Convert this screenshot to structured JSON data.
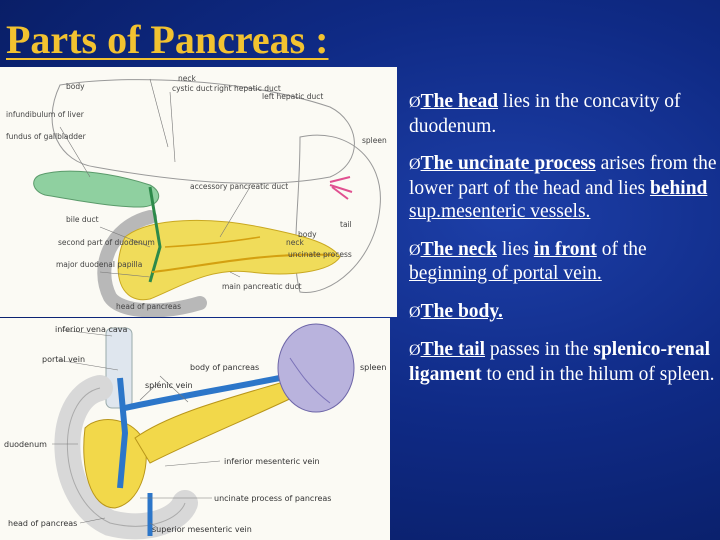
{
  "title": "Parts of Pancreas :",
  "bullet_marker": "Ø",
  "bullets": {
    "head": {
      "key": "The head",
      "rest": " lies in the concavity of duodenum."
    },
    "uncinate": {
      "key": "The uncinate process",
      "rest1": " arises from the lower part of the head and lies ",
      "behind": "behind",
      "space": " ",
      "sup": "sup.mesenteric vessels."
    },
    "neck": {
      "key": "The neck",
      "rest1": " lies ",
      "front": "in front",
      "rest2": " of the ",
      "tail": "beginning of portal vein."
    },
    "body": {
      "key": "The body."
    },
    "tail": {
      "key": "The tail",
      "rest1": " passes in the ",
      "lig": "splenico-renal ligament",
      "rest2": " to end in the hilum of spleen."
    }
  },
  "figure_top": {
    "labels": {
      "neck": "neck",
      "cystic_duct": "cystic duct",
      "right_hepatic_duct": "right hepatic duct",
      "left_hepatic_duct": "left hepatic duct",
      "body": "body",
      "infundibulum": "infundibulum of liver",
      "fundus": "fundus of gallbladder",
      "spleen": "spleen",
      "acc_duct": "accessory pancreatic duct",
      "body2": "body",
      "neck2": "neck",
      "bile_duct": "bile duct",
      "second_part": "second part of duodenum",
      "major_papilla": "major duodenal papilla",
      "uncinate": "uncinate process",
      "main_duct": "main pancreatic duct",
      "head": "head of pancreas",
      "tail": "tail"
    }
  },
  "figure_bottom": {
    "labels": {
      "ivc": "inferior vena cava",
      "portal_vein": "portal vein",
      "body": "body of pancreas",
      "spleen": "spleen",
      "splenic_vein": "splenic vein",
      "duodenum": "duodenum",
      "imv": "inferior mesenteric vein",
      "uncinate": "uncinate process of pancreas",
      "head": "head of pancreas",
      "smv": "superior mesenteric vein"
    }
  }
}
